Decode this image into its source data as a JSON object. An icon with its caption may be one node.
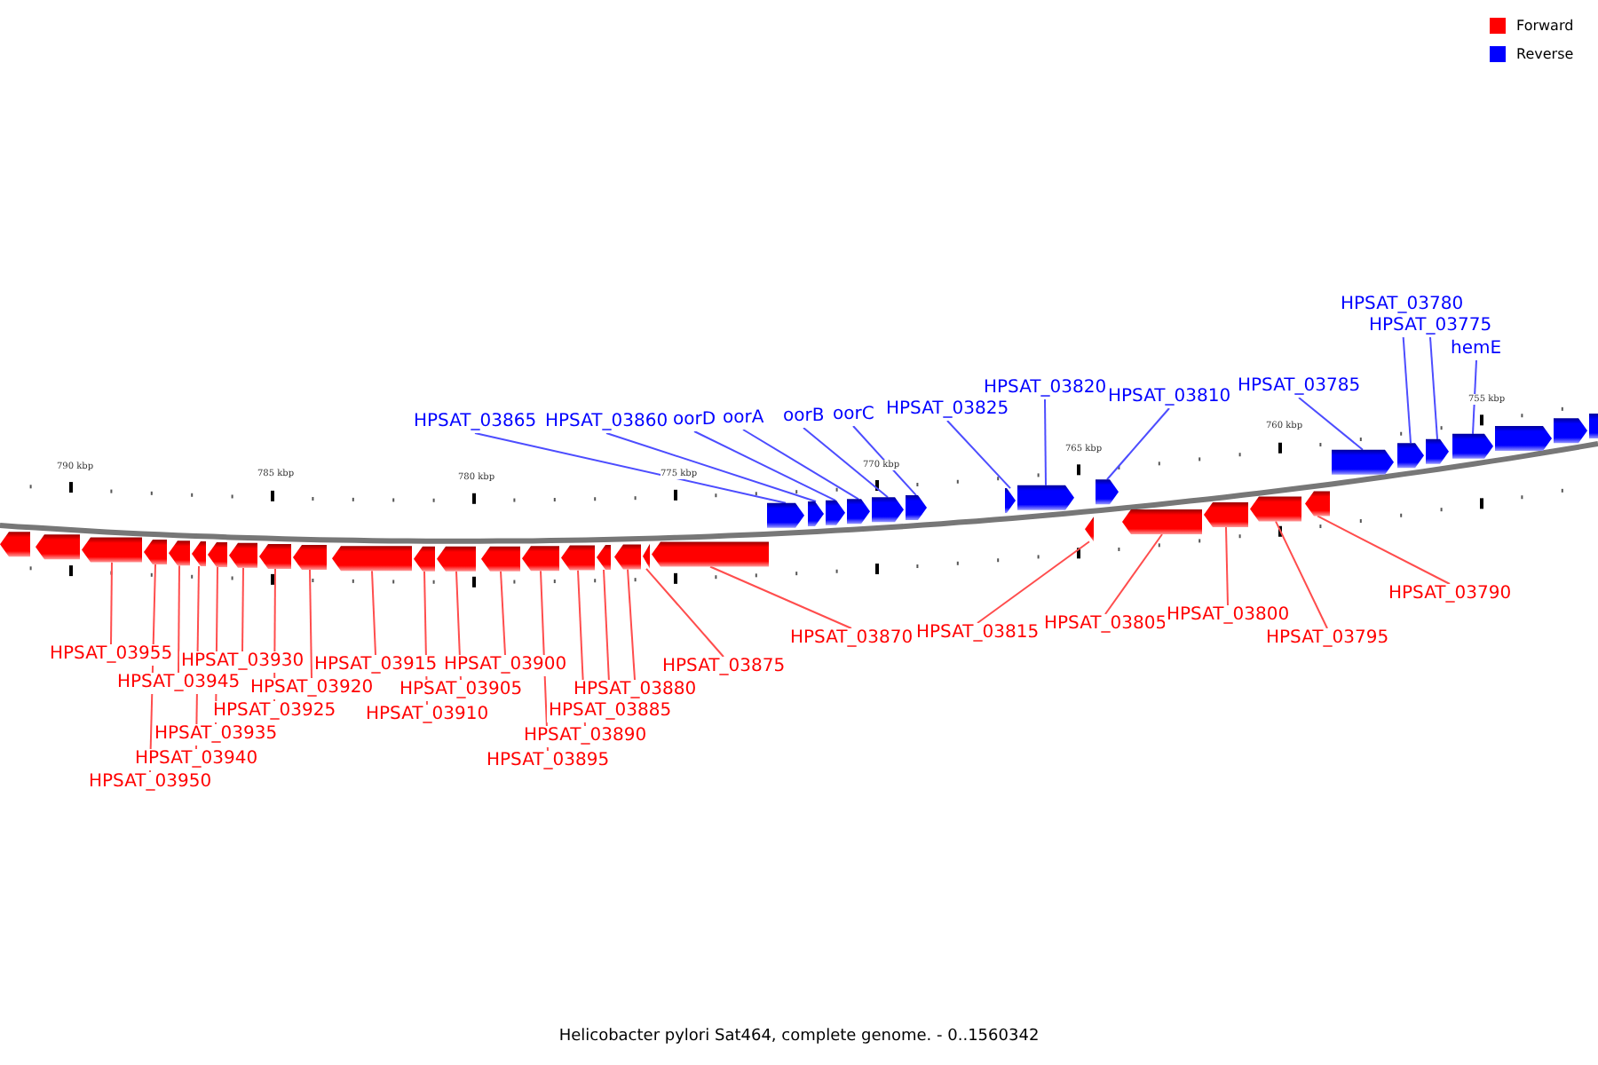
{
  "diagram": {
    "caption": "Helicobacter pylori Sat464, complete genome. - 0..1560342",
    "nodes": [
      {
        "text": [
          "HPSAT_03865"
        ]
      },
      {
        "text": [],
        "shape": "arrow"
      },
      {
        "text": [
          "HPSAT_03860"
        ]
      },
      {
        "text": [],
        "shape": "arrow"
      },
      {
        "text": [
          "oorD"
        ]
      },
      {
        "text": [],
        "shape": "arrow"
      },
      {
        "text": [
          "oorA"
        ]
      },
      {
        "text": [],
        "shape": "arrow"
      },
      {
        "text": [
          "oorB"
        ]
      },
      {
        "text": [],
        "shape": "arrow"
      },
      {
        "text": [
          "oorC"
        ]
      },
      {
        "text": [],
        "shape": "arrow"
      },
      {
        "text": [
          "HPSAT_03825"
        ]
      },
      {
        "text": [],
        "shape": "arrow"
      },
      {
        "text": [
          "HPSAT_03820"
        ]
      },
      {
        "text": [],
        "shape": "arrow"
      },
      {
        "text": [
          "HPSAT_03810"
        ]
      },
      {
        "text": [],
        "shape": "arrow"
      },
      {
        "text": [
          "HPSAT_03785"
        ]
      },
      {
        "text": [],
        "shape": "arrow"
      },
      {
        "text": [
          "HPSAT_03780"
        ]
      },
      {
        "text": [],
        "shape": "arrow"
      },
      {
        "text": [
          "HPSAT_03775"
        ]
      },
      {
        "text": [],
        "shape": "arrow"
      },
      {
        "text": [
          "hemE"
        ]
      },
      {
        "text": [],
        "shape": "arrow"
      },
      {
        "text": [
          "HPSAT_03955"
        ]
      },
      {
        "text": [],
        "shape": "arrow"
      },
      {
        "text": [
          "HPSAT_03950"
        ]
      },
      {
        "text": [],
        "shape": "arrow"
      },
      {
        "text": [
          "HPSAT_03945"
        ]
      },
      {
        "text": [],
        "shape": "arrow"
      },
      {
        "text": [
          "HPSAT_03940"
        ]
      },
      {
        "text": [],
        "shape": "arrow"
      },
      {
        "text": [
          "HPSAT_03935"
        ]
      },
      {
        "text": [],
        "shape": "arrow"
      },
      {
        "text": [
          "HPSAT_03930"
        ]
      },
      {
        "text": [],
        "shape": "arrow"
      },
      {
        "text": [
          "HPSAT_03925"
        ]
      },
      {
        "text": [],
        "shape": "arrow"
      },
      {
        "text": [
          "HPSAT_03920"
        ]
      },
      {
        "text": [],
        "shape": "arrow"
      },
      {
        "text": [
          "HPSAT_03915"
        ]
      },
      {
        "text": [],
        "shape": "arrow"
      },
      {
        "text": [
          "HPSAT_03910"
        ]
      },
      {
        "text": [],
        "shape": "arrow"
      },
      {
        "text": [
          "HPSAT_03905"
        ]
      },
      {
        "text": [],
        "shape": "arrow"
      },
      {
        "text": [
          "HPSAT_03900"
        ]
      },
      {
        "text": [],
        "shape": "arrow"
      },
      {
        "text": [
          "HPSAT_03895"
        ]
      },
      {
        "text": [],
        "shape": "arrow"
      },
      {
        "text": [
          "HPSAT_03890"
        ]
      },
      {
        "text": [],
        "shape": "arrow"
      },
      {
        "text": [
          "HPSAT_03885"
        ]
      },
      {
        "text": [],
        "shape": "arrow"
      },
      {
        "text": [
          "HPSAT_03880"
        ]
      },
      {
        "text": [],
        "shape": "arrow"
      },
      {
        "text": [
          "HPSAT_03875"
        ]
      },
      {
        "text": [],
        "shape": "arrow"
      },
      {
        "text": [
          "HPSAT_03870"
        ]
      },
      {
        "text": [],
        "shape": "arrow"
      },
      {
        "text": [
          "HPSAT_03815"
        ]
      },
      {
        "text": [],
        "shape": "arrow"
      },
      {
        "text": [
          "HPSAT_03805"
        ]
      },
      {
        "text": [],
        "shape": "arrow"
      },
      {
        "text": [
          "HPSAT_03800"
        ]
      },
      {
        "text": [],
        "shape": "arrow"
      },
      {
        "text": [
          "HPSAT_03795"
        ]
      },
      {
        "text": [],
        "shape": "arrow"
      },
      {
        "text": [
          "HPSAT_03790"
        ]
      },
      {
        "text": [],
        "shape": "arrow"
      },
      {
        "text": [],
        "shape": "arrow"
      },
      {
        "text": [],
        "shape": "arrow"
      },
      {
        "text": [],
        "shape": "arrow"
      },
      {
        "text": [],
        "shape": "arrow"
      },
      {
        "text": [],
        "shape": "arrow"
      }
    ],
    "edges": [
      {
        "from": 0,
        "to": 1,
        "arrow": "none",
        "color": "#4d4dff"
      },
      {
        "from": 2,
        "to": 3,
        "arrow": "none",
        "color": "#4d4dff"
      },
      {
        "from": 4,
        "to": 5,
        "arrow": "none",
        "color": "#4d4dff"
      },
      {
        "from": 6,
        "to": 7,
        "arrow": "none",
        "color": "#4d4dff"
      },
      {
        "from": 8,
        "to": 9,
        "arrow": "none",
        "color": "#4d4dff"
      },
      {
        "from": 10,
        "to": 11,
        "arrow": "none",
        "color": "#4d4dff"
      },
      {
        "from": 12,
        "to": 13,
        "arrow": "none",
        "color": "#4d4dff"
      },
      {
        "from": 14,
        "to": 15,
        "arrow": "none",
        "color": "#4d4dff"
      },
      {
        "from": 16,
        "to": 17,
        "arrow": "none",
        "color": "#4d4dff"
      },
      {
        "from": 18,
        "to": 19,
        "arrow": "none",
        "color": "#4d4dff"
      },
      {
        "from": 20,
        "to": 21,
        "arrow": "none",
        "color": "#4d4dff"
      },
      {
        "from": 22,
        "to": 23,
        "arrow": "none",
        "color": "#4d4dff"
      },
      {
        "from": 24,
        "to": 25,
        "arrow": "none",
        "color": "#4d4dff"
      },
      {
        "from": 26,
        "to": 27,
        "arrow": "none"
      },
      {
        "from": 28,
        "to": 29,
        "arrow": "none"
      },
      {
        "from": 30,
        "to": 31,
        "arrow": "none"
      },
      {
        "from": 32,
        "to": 33,
        "arrow": "none"
      },
      {
        "from": 34,
        "to": 35,
        "arrow": "none"
      },
      {
        "from": 36,
        "to": 37,
        "arrow": "none"
      },
      {
        "from": 38,
        "to": 39,
        "arrow": "none"
      },
      {
        "from": 40,
        "to": 41,
        "arrow": "none"
      },
      {
        "from": 42,
        "to": 43,
        "arrow": "none"
      },
      {
        "from": 44,
        "to": 45,
        "arrow": "none"
      },
      {
        "from": 46,
        "to": 47,
        "arrow": "none"
      },
      {
        "from": 48,
        "to": 49,
        "arrow": "none"
      },
      {
        "from": 50,
        "to": 51,
        "arrow": "none"
      },
      {
        "from": 52,
        "to": 53,
        "arrow": "none"
      },
      {
        "from": 54,
        "to": 55,
        "arrow": "none"
      },
      {
        "from": 56,
        "to": 57,
        "arrow": "none"
      },
      {
        "from": 58,
        "to": 59,
        "arrow": "none"
      },
      {
        "from": 60,
        "to": 61,
        "arrow": "none"
      },
      {
        "from": 62,
        "to": 63,
        "arrow": "none"
      },
      {
        "from": 64,
        "to": 65,
        "arrow": "none"
      },
      {
        "from": 66,
        "to": 67,
        "arrow": "none"
      },
      {
        "from": 68,
        "to": 69,
        "arrow": "none"
      },
      {
        "from": 70,
        "to": 71,
        "arrow": "none"
      }
    ],
    "labels": [
      "790 kbp",
      "785 kbp",
      "780 kbp",
      "775 kbp",
      "770 kbp",
      "765 kbp",
      "760 kbp",
      "755 kbp"
    ],
    "legend": [
      {
        "text": "Forward",
        "color": "#ff0000"
      },
      {
        "text": "Reverse",
        "color": "#0000ff"
      }
    ]
  }
}
